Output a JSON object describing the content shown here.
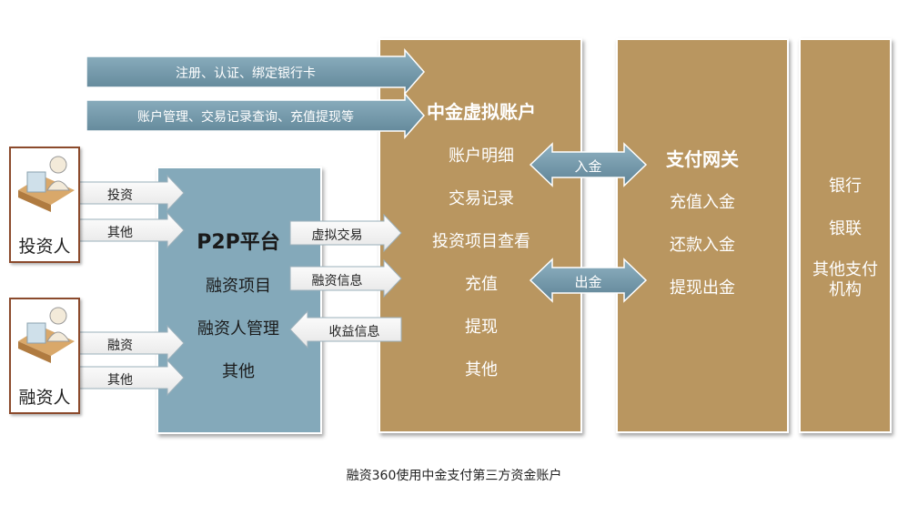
{
  "top_arrows": {
    "register": "注册、认证、绑定银行卡",
    "account_mgmt": "账户管理、交易记录查询、充值提现等"
  },
  "investor": {
    "label": "投资人",
    "arrow1": "投资",
    "arrow2": "其他"
  },
  "financier": {
    "label": "融资人",
    "arrow1": "融资",
    "arrow2": "其他"
  },
  "p2p": {
    "title": "P2P平台",
    "items": [
      "融资项目",
      "融资人管理",
      "其他"
    ]
  },
  "p2p_arrows": {
    "virtual_trade": "虚拟交易",
    "financing_info": "融资信息",
    "income_info": "收益信息"
  },
  "virtual_account": {
    "title": "中金虚拟账户",
    "items": [
      "账户明细",
      "交易记录",
      "投资项目查看",
      "充值",
      "提现",
      "其他"
    ]
  },
  "gateway_arrows": {
    "deposit": "入金",
    "withdraw": "出金"
  },
  "gateway": {
    "title": "支付网关",
    "items": [
      "充值入金",
      "还款入金",
      "提现出金"
    ]
  },
  "banks": {
    "items": [
      "银行",
      "银联",
      "其他支付\n机构"
    ]
  },
  "caption": "融资360使用中金支付第三方资金账户",
  "colors": {
    "gold": "#b99660",
    "blue": "#84a9ba",
    "arrow_dark": "#6a8fa0",
    "arrow_light": "#ffffff"
  }
}
